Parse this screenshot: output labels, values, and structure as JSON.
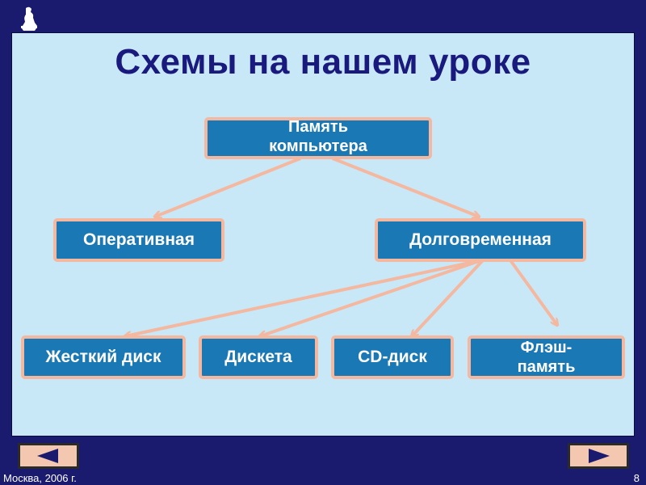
{
  "slide": {
    "title": "Схемы на нашем уроке",
    "footer_left": "Москва, 2006 г.",
    "page_number": "8"
  },
  "diagram": {
    "root": "Память компьютера",
    "level1": [
      "Оперативная",
      "Долговременная"
    ],
    "level2": [
      "Жесткий диск",
      "Дискета",
      "CD-диск",
      "Флэш-память"
    ]
  },
  "colors": {
    "background": "#1a1a6e",
    "panel": "#c8e8f8",
    "node_fill": "#1a78b4",
    "node_border": "#f4b8a0",
    "title": "#1a1a7e",
    "arrow": "#f4b8a0"
  },
  "icons": {
    "logo": "knight-figure-icon",
    "prev": "triangle-left-icon",
    "next": "triangle-right-icon"
  }
}
